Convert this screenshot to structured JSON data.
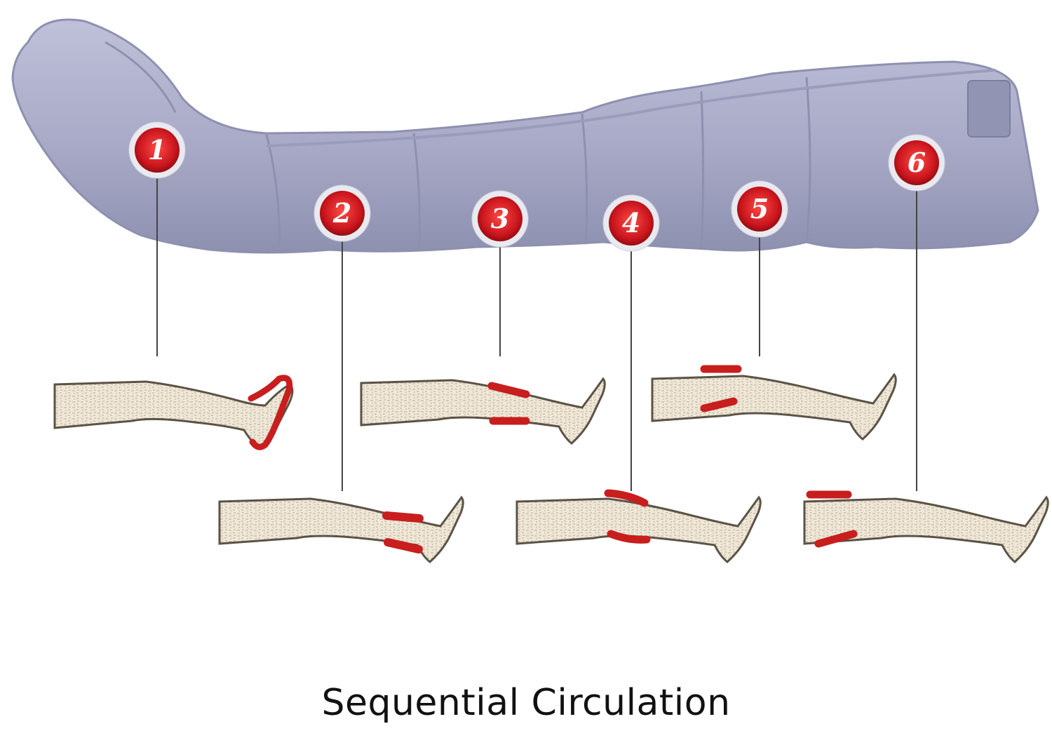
{
  "caption": "Sequential Circulation",
  "colors": {
    "sleeve": "#a7a9c6",
    "sleeve_shadow": "#8e90b0",
    "sleeve_highlight": "#bfc1da",
    "badge": "#c8141c",
    "badge_text": "#ffffff",
    "leg_fill": "#efe7d7",
    "leg_outline": "#5a5346",
    "pressure": "#c81e1e",
    "connector": "#444444"
  },
  "chambers": [
    {
      "number": "1",
      "label_text": "1"
    },
    {
      "number": "2",
      "label_text": "2"
    },
    {
      "number": "3",
      "label_text": "3"
    },
    {
      "number": "4",
      "label_text": "4"
    },
    {
      "number": "5",
      "label_text": "5"
    },
    {
      "number": "6",
      "label_text": "6"
    }
  ]
}
